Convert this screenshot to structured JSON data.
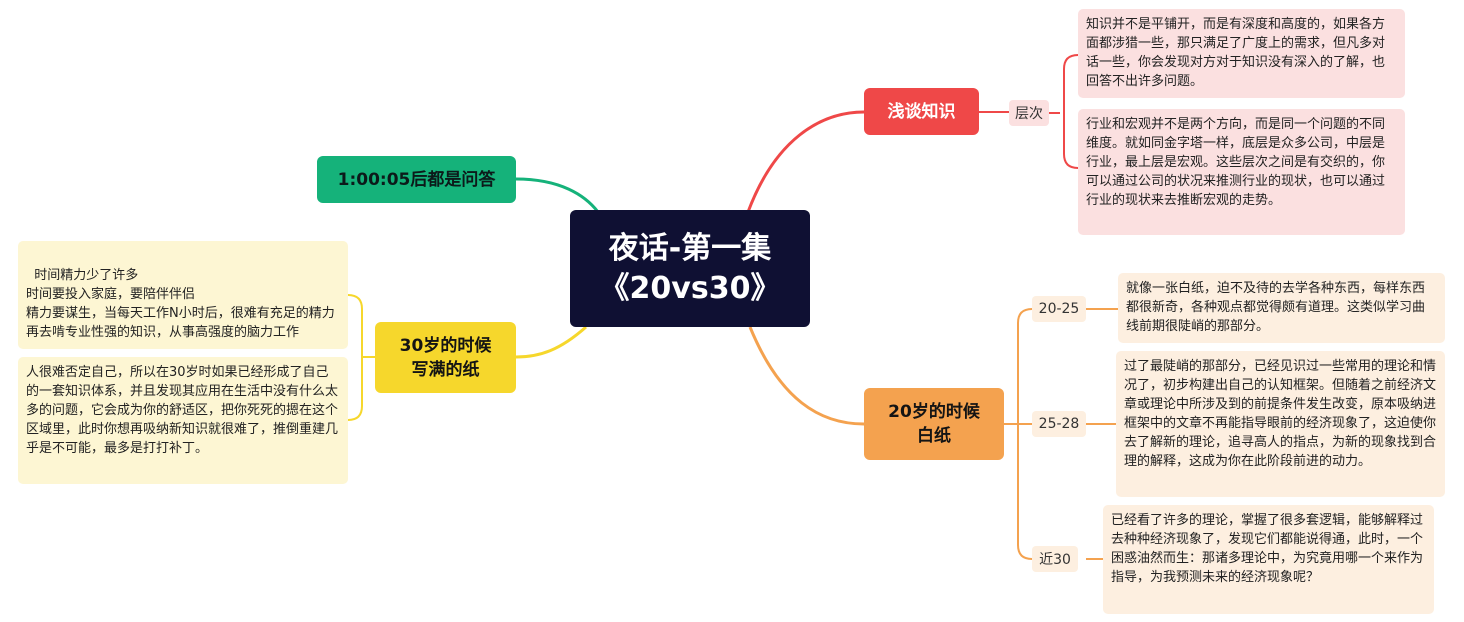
{
  "center": {
    "line1": "夜话-第一集",
    "line2": "《20vs30》"
  },
  "branches": {
    "qa": {
      "label": "1:00:05后都是问答"
    },
    "knowledge": {
      "label": "浅谈知识",
      "tag": "层次",
      "notes": [
        "知识并不是平铺开，而是有深度和高度的，如果各方面都涉猎一些，那只满足了广度上的需求，但凡多对话一些，你会发现对方对于知识没有深入的了解，也回答不出许多问题。",
        "行业和宏观并不是两个方向，而是同一个问题的不同维度。就如同金字塔一样，底层是众多公司，中层是行业，最上层是宏观。这些层次之间是有交织的，你可以通过公司的状况来推测行业的现状，也可以通过行业的现状来去推断宏观的走势。"
      ]
    },
    "thirty": {
      "line1": "30岁的时候",
      "line2": "写满的纸",
      "notes": [
        "时间精力少了许多\n时间要投入家庭，要陪伴伴侣\n精力要谋生，当每天工作N小时后，很难有充足的精力再去啃专业性强的知识，从事高强度的脑力工作",
        "人很难否定自己，所以在30岁时如果已经形成了自己的一套知识体系，并且发现其应用在生活中没有什么太多的问题，它会成为你的舒适区，把你死死的摁在这个区域里，此时你想再吸纳新知识就很难了，推倒重建几乎是不可能，最多是打打补丁。"
      ]
    },
    "twenty": {
      "line1": "20岁的时候",
      "line2": "白纸",
      "stages": [
        {
          "tag": "20-25",
          "note": "就像一张白纸，迫不及待的去学各种东西，每样东西都很新奇，各种观点都觉得颇有道理。这类似学习曲线前期很陡峭的那部分。"
        },
        {
          "tag": "25-28",
          "note": "过了最陡峭的那部分，已经见识过一些常用的理论和情况了，初步构建出自己的认知框架。但随着之前经济文章或理论中所涉及到的前提条件发生改变，原本吸纳进框架中的文章不再能指导眼前的经济现象了，这迫使你去了解新的理论，追寻高人的指点，为新的现象找到合理的解释，这成为你在此阶段前进的动力。"
        },
        {
          "tag": "近30",
          "note": "已经看了许多的理论，掌握了很多套逻辑，能够解释过去种种经济现象了，发现它们都能说得通，此时，一个困惑油然而生：那诸多理论中，为究竟用哪一个来作为指导，为我预测未来的经济现象呢？"
        }
      ]
    }
  },
  "colors": {
    "center": "#0f1033",
    "qa": "#15b27a",
    "knowledge": "#ef4848",
    "thirty": "#f6d72c",
    "twenty": "#f4a24f"
  }
}
